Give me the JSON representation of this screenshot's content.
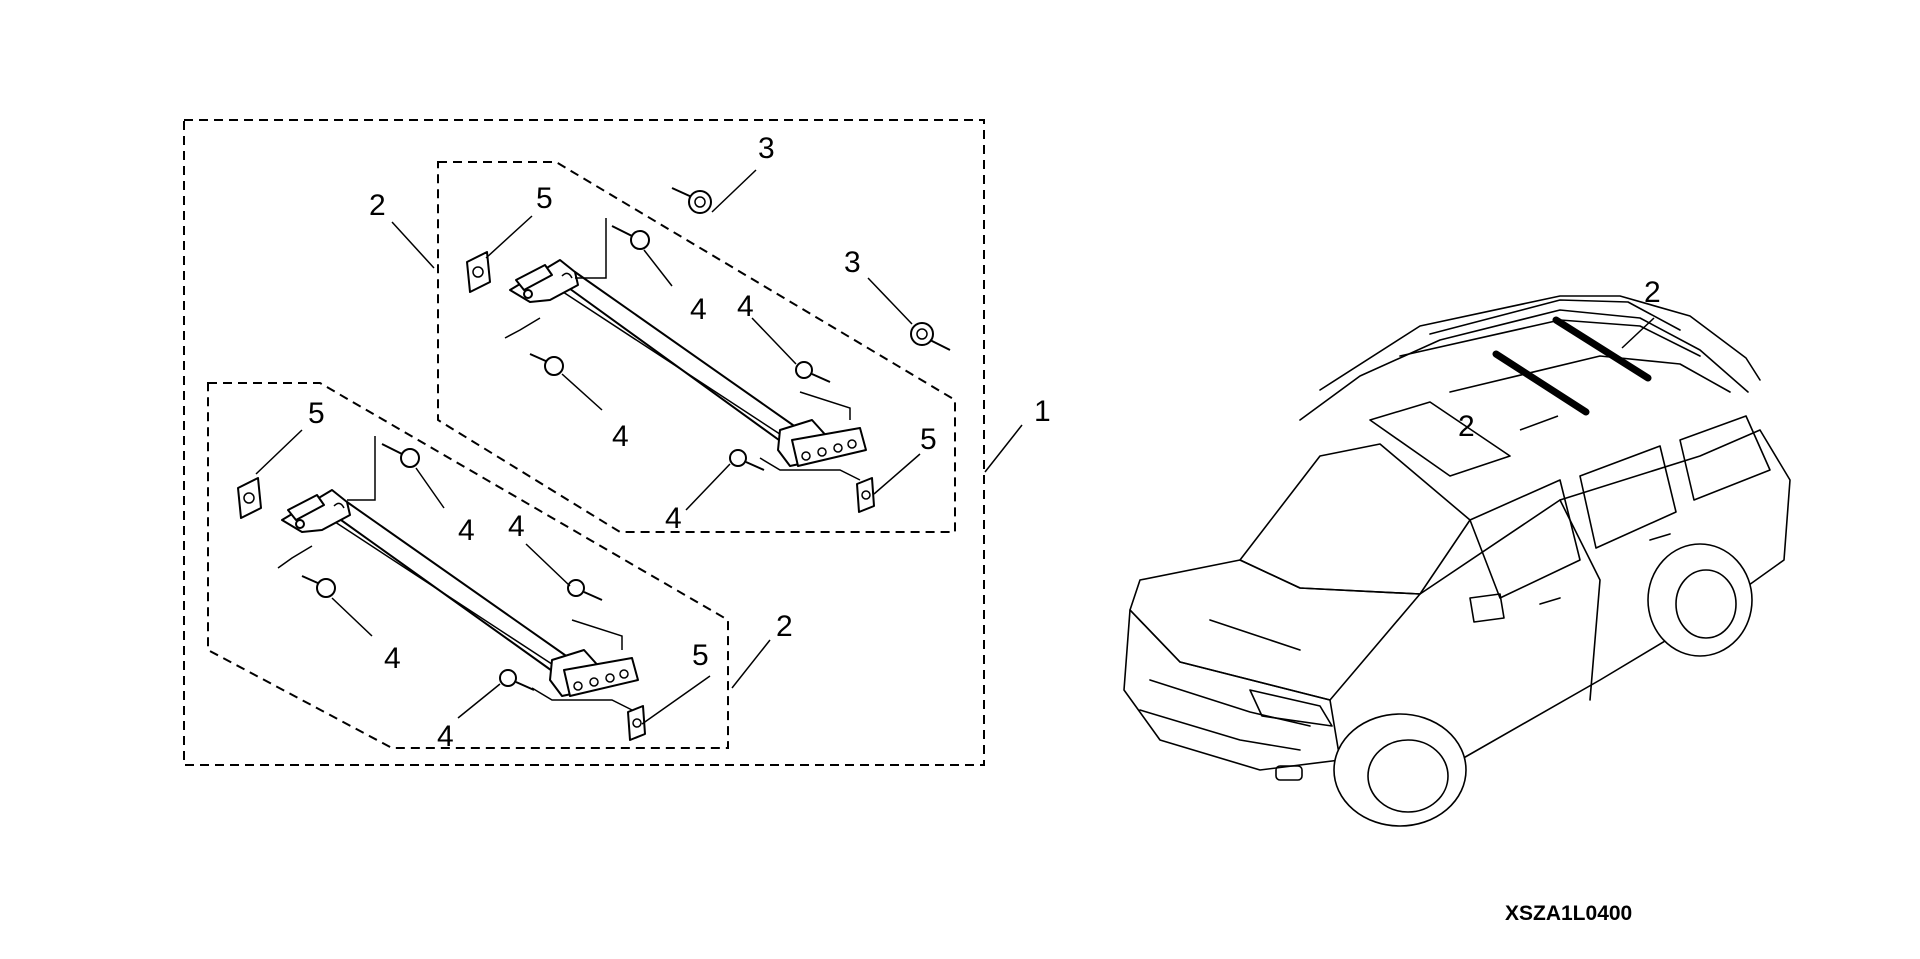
{
  "callouts": {
    "kit": "1",
    "crossbar_upper": "2",
    "crossbar_lower": "2",
    "bolt_a": "3",
    "bolt_b": "3",
    "fastener_1": "4",
    "fastener_2": "4",
    "fastener_3": "4",
    "fastener_4": "4",
    "fastener_5": "4",
    "fastener_6": "4",
    "fastener_7": "4",
    "fastener_8": "4",
    "pad_1": "5",
    "pad_2": "5",
    "pad_3": "5",
    "pad_4": "5",
    "vehicle_bar_a": "2",
    "vehicle_bar_b": "2"
  },
  "diagram_code": "XSZA1L0400"
}
